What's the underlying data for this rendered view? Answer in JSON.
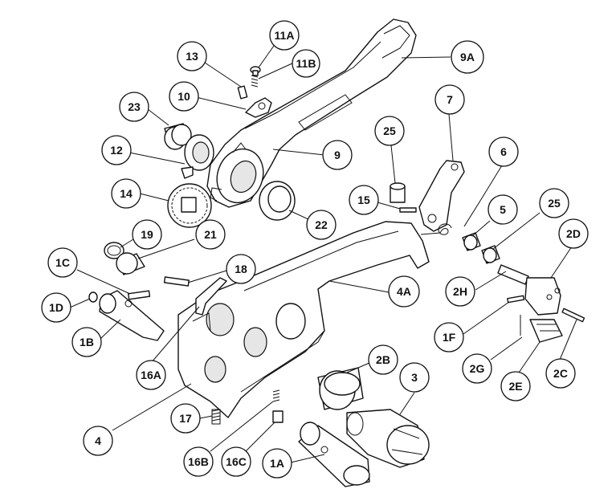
{
  "callouts": [
    {
      "id": "11A",
      "label": "11A"
    },
    {
      "id": "13",
      "label": "13"
    },
    {
      "id": "11B",
      "label": "11B"
    },
    {
      "id": "9A",
      "label": "9A"
    },
    {
      "id": "10",
      "label": "10"
    },
    {
      "id": "23",
      "label": "23"
    },
    {
      "id": "7",
      "label": "7"
    },
    {
      "id": "25a",
      "label": "25"
    },
    {
      "id": "12",
      "label": "12"
    },
    {
      "id": "9",
      "label": "9"
    },
    {
      "id": "6",
      "label": "6"
    },
    {
      "id": "14",
      "label": "14"
    },
    {
      "id": "15",
      "label": "15"
    },
    {
      "id": "22",
      "label": "22"
    },
    {
      "id": "5",
      "label": "5"
    },
    {
      "id": "25b",
      "label": "25"
    },
    {
      "id": "19",
      "label": "19"
    },
    {
      "id": "21",
      "label": "21"
    },
    {
      "id": "2D",
      "label": "2D"
    },
    {
      "id": "1C",
      "label": "1C"
    },
    {
      "id": "18",
      "label": "18"
    },
    {
      "id": "2H",
      "label": "2H"
    },
    {
      "id": "4A",
      "label": "4A"
    },
    {
      "id": "1D",
      "label": "1D"
    },
    {
      "id": "1B",
      "label": "1B"
    },
    {
      "id": "1F",
      "label": "1F"
    },
    {
      "id": "2G",
      "label": "2G"
    },
    {
      "id": "16A",
      "label": "16A"
    },
    {
      "id": "2B",
      "label": "2B"
    },
    {
      "id": "3",
      "label": "3"
    },
    {
      "id": "2E",
      "label": "2E"
    },
    {
      "id": "2C",
      "label": "2C"
    },
    {
      "id": "17",
      "label": "17"
    },
    {
      "id": "4",
      "label": "4"
    },
    {
      "id": "16B",
      "label": "16B"
    },
    {
      "id": "16C",
      "label": "16C"
    },
    {
      "id": "1A",
      "label": "1A"
    }
  ]
}
